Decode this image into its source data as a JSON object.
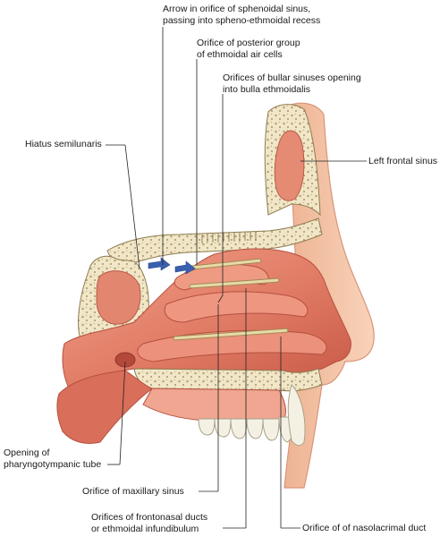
{
  "labels": {
    "sphenoidal_arrow": [
      "Arrow in orifice of sphenoidal sinus,",
      "passing into spheno-ethmoidal recess"
    ],
    "posterior_ethmoidal": [
      "Orifice of posterior group",
      "of ethmoidal air cells"
    ],
    "bullar_sinuses": [
      "Orifices of bullar sinuses opening",
      "into bulla ethmoidalis"
    ],
    "hiatus": "Hiatus semilunaris",
    "left_frontal": "Left frontal sinus",
    "pharyngotympanic": [
      "Opening of",
      "pharyngotympanic tube"
    ],
    "maxillary": "Orifice of maxillary sinus",
    "frontonasal": [
      "Orifices of frontonasal ducts",
      "or ethmoidal infundibulum"
    ],
    "nasolacrimal": "Orifice of of nasolacrimal duct"
  },
  "colors": {
    "mucosa": "#e8806c",
    "mucosa_dark": "#c85a4a",
    "mucosa_light": "#f5b5a0",
    "bone": "#f1e7c8",
    "bone_spot": "#b9a77a",
    "skin": "#f3c2a5",
    "skin_edge": "#d9957a",
    "tooth": "#f4f1e4",
    "probe": "#e9d9a8",
    "arrow": "#3a5fae",
    "leader": "#222222"
  }
}
